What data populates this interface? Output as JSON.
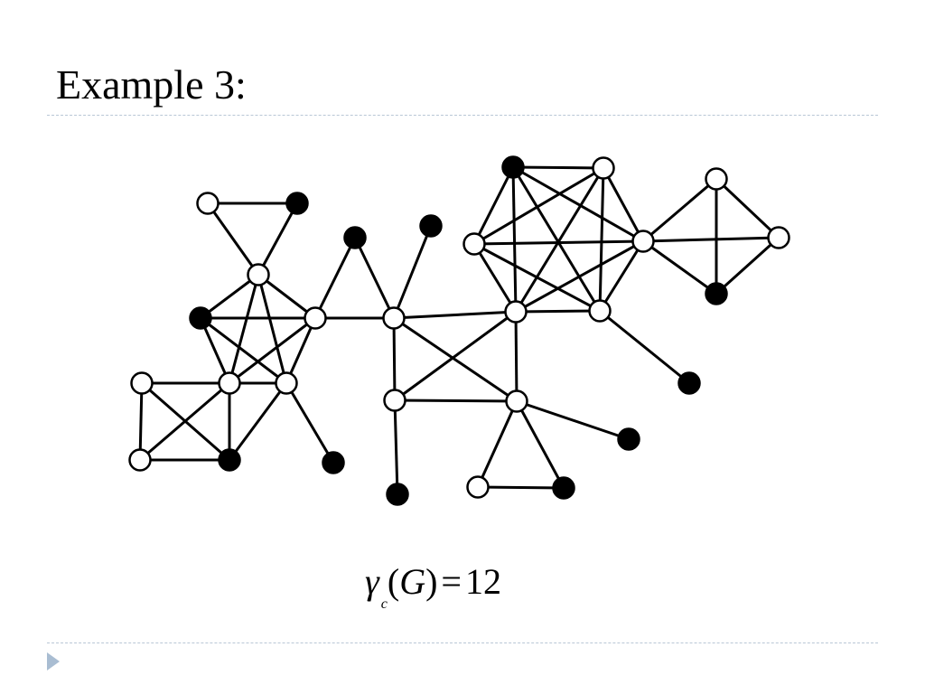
{
  "slide": {
    "title": "Example 3:"
  },
  "formula": {
    "symbol": "γ",
    "subscript": "c",
    "open_paren": "(",
    "variable": "G",
    "close_paren": ")",
    "equals": "=",
    "value": "12"
  },
  "graph": {
    "vertices": [
      {
        "id": "a1",
        "filled": false
      },
      {
        "id": "a2",
        "filled": true
      },
      {
        "id": "a3",
        "filled": false
      },
      {
        "id": "b1",
        "filled": true
      },
      {
        "id": "b2",
        "filled": false
      },
      {
        "id": "b3",
        "filled": false
      },
      {
        "id": "b4",
        "filled": false
      },
      {
        "id": "c1",
        "filled": false
      },
      {
        "id": "c2",
        "filled": false
      },
      {
        "id": "c3",
        "filled": true
      },
      {
        "id": "d1",
        "filled": true
      },
      {
        "id": "d2",
        "filled": true
      },
      {
        "id": "d3",
        "filled": true
      },
      {
        "id": "e1",
        "filled": false
      },
      {
        "id": "e2",
        "filled": false
      },
      {
        "id": "e3",
        "filled": false
      },
      {
        "id": "e4",
        "filled": true
      },
      {
        "id": "f1",
        "filled": false
      },
      {
        "id": "f2",
        "filled": true
      },
      {
        "id": "f3",
        "filled": true
      },
      {
        "id": "f4",
        "filled": false
      },
      {
        "id": "g1",
        "filled": true
      },
      {
        "id": "g2",
        "filled": false
      },
      {
        "id": "g3",
        "filled": false
      },
      {
        "id": "g4",
        "filled": false
      },
      {
        "id": "g5",
        "filled": false
      },
      {
        "id": "g6",
        "filled": false
      },
      {
        "id": "h1",
        "filled": false
      },
      {
        "id": "h2",
        "filled": false
      },
      {
        "id": "h3",
        "filled": true
      },
      {
        "id": "i1",
        "filled": true
      }
    ],
    "edges": [
      [
        "a1",
        "a2"
      ],
      [
        "a1",
        "a3"
      ],
      [
        "a2",
        "a3"
      ],
      [
        "a3",
        "b1"
      ],
      [
        "a3",
        "b2"
      ],
      [
        "a3",
        "b3"
      ],
      [
        "a3",
        "b4"
      ],
      [
        "b1",
        "b2"
      ],
      [
        "b1",
        "b3"
      ],
      [
        "b1",
        "b4"
      ],
      [
        "b2",
        "b3"
      ],
      [
        "b2",
        "b4"
      ],
      [
        "b3",
        "b4"
      ],
      [
        "c1",
        "c2"
      ],
      [
        "c1",
        "c3"
      ],
      [
        "c1",
        "b3"
      ],
      [
        "c2",
        "c3"
      ],
      [
        "c2",
        "b3"
      ],
      [
        "c3",
        "b3"
      ],
      [
        "b4",
        "c3"
      ],
      [
        "b3",
        "b4"
      ],
      [
        "b4",
        "e4"
      ],
      [
        "b2",
        "d1"
      ],
      [
        "d1",
        "e1"
      ],
      [
        "b2",
        "e1"
      ],
      [
        "e1",
        "d2"
      ],
      [
        "e1",
        "g5"
      ],
      [
        "e1",
        "e2"
      ],
      [
        "e1",
        "e3"
      ],
      [
        "e2",
        "g5"
      ],
      [
        "e2",
        "e3"
      ],
      [
        "g5",
        "e3"
      ],
      [
        "e2",
        "d3"
      ],
      [
        "e3",
        "f1"
      ],
      [
        "e3",
        "f2"
      ],
      [
        "f1",
        "f2"
      ],
      [
        "e3",
        "f3"
      ],
      [
        "g1",
        "g2"
      ],
      [
        "g1",
        "g3"
      ],
      [
        "g1",
        "g4"
      ],
      [
        "g1",
        "g5"
      ],
      [
        "g1",
        "g6"
      ],
      [
        "g2",
        "g3"
      ],
      [
        "g2",
        "g4"
      ],
      [
        "g2",
        "g5"
      ],
      [
        "g2",
        "g6"
      ],
      [
        "g3",
        "g4"
      ],
      [
        "g3",
        "g5"
      ],
      [
        "g3",
        "g6"
      ],
      [
        "g4",
        "g5"
      ],
      [
        "g4",
        "g6"
      ],
      [
        "g5",
        "g6"
      ],
      [
        "g6",
        "i1"
      ],
      [
        "g4",
        "h1"
      ],
      [
        "g4",
        "h2"
      ],
      [
        "g4",
        "h3"
      ],
      [
        "h1",
        "h2"
      ],
      [
        "h1",
        "h3"
      ],
      [
        "h2",
        "h3"
      ]
    ]
  }
}
